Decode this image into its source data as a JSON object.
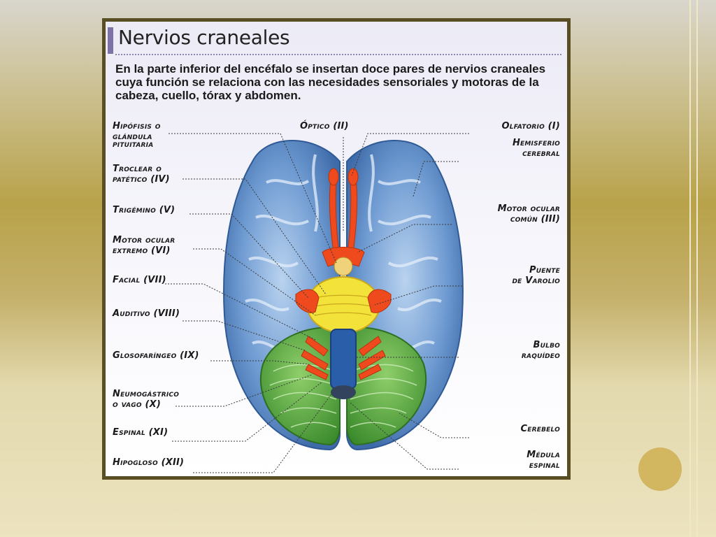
{
  "slide": {
    "title": "Nervios craneales",
    "intro": "En la parte inferior del encéfalo se insertan doce pares de nervios craneales cuya función se relaciona con las necesidades sensoriales y motoras de la cabeza, cuello, tórax y abdomen."
  },
  "labels_left": [
    {
      "line1": "Hipófisis o",
      "line2": "glándula",
      "line3": "pituitaria"
    },
    {
      "line1": "Troclear o",
      "line2": "patético (IV)"
    },
    {
      "line1": "Trigémino (V)"
    },
    {
      "line1": "Motor ocular",
      "line2": "extremo (VI)"
    },
    {
      "line1": "Facial (VII)"
    },
    {
      "line1": "Auditivo (VIII)"
    },
    {
      "line1": "Glosofaríngeo (IX)"
    },
    {
      "line1": "Neumogástrico",
      "line2": "o vago (X)"
    },
    {
      "line1": "Espinal (XI)"
    },
    {
      "line1": "Hipogloso (XII)"
    }
  ],
  "labels_right": [
    {
      "line1": "Olfatorio (I)"
    },
    {
      "line1": "Hemisferio",
      "line2": "cerebral"
    },
    {
      "line1": "Motor ocular",
      "line2": "común (III)"
    },
    {
      "line1": "Puente",
      "line2": "de Varolio"
    },
    {
      "line1": "Bulbo",
      "line2": "raquídeo"
    },
    {
      "line1": "Cerebelo"
    },
    {
      "line1": "Médula",
      "line2": "espinal"
    }
  ],
  "label_top": {
    "line1": "Óptico (II)"
  },
  "colors": {
    "hemisphere": "#6f9bd2",
    "hemisphere_dark": "#3d6aa8",
    "cerebellum": "#4f9e3b",
    "pons": "#f2e23a",
    "nerves": "#ee4a1e",
    "medulla": "#2a5ea8",
    "frame": "#5a4e24",
    "accent_circle": "#d2b660"
  }
}
